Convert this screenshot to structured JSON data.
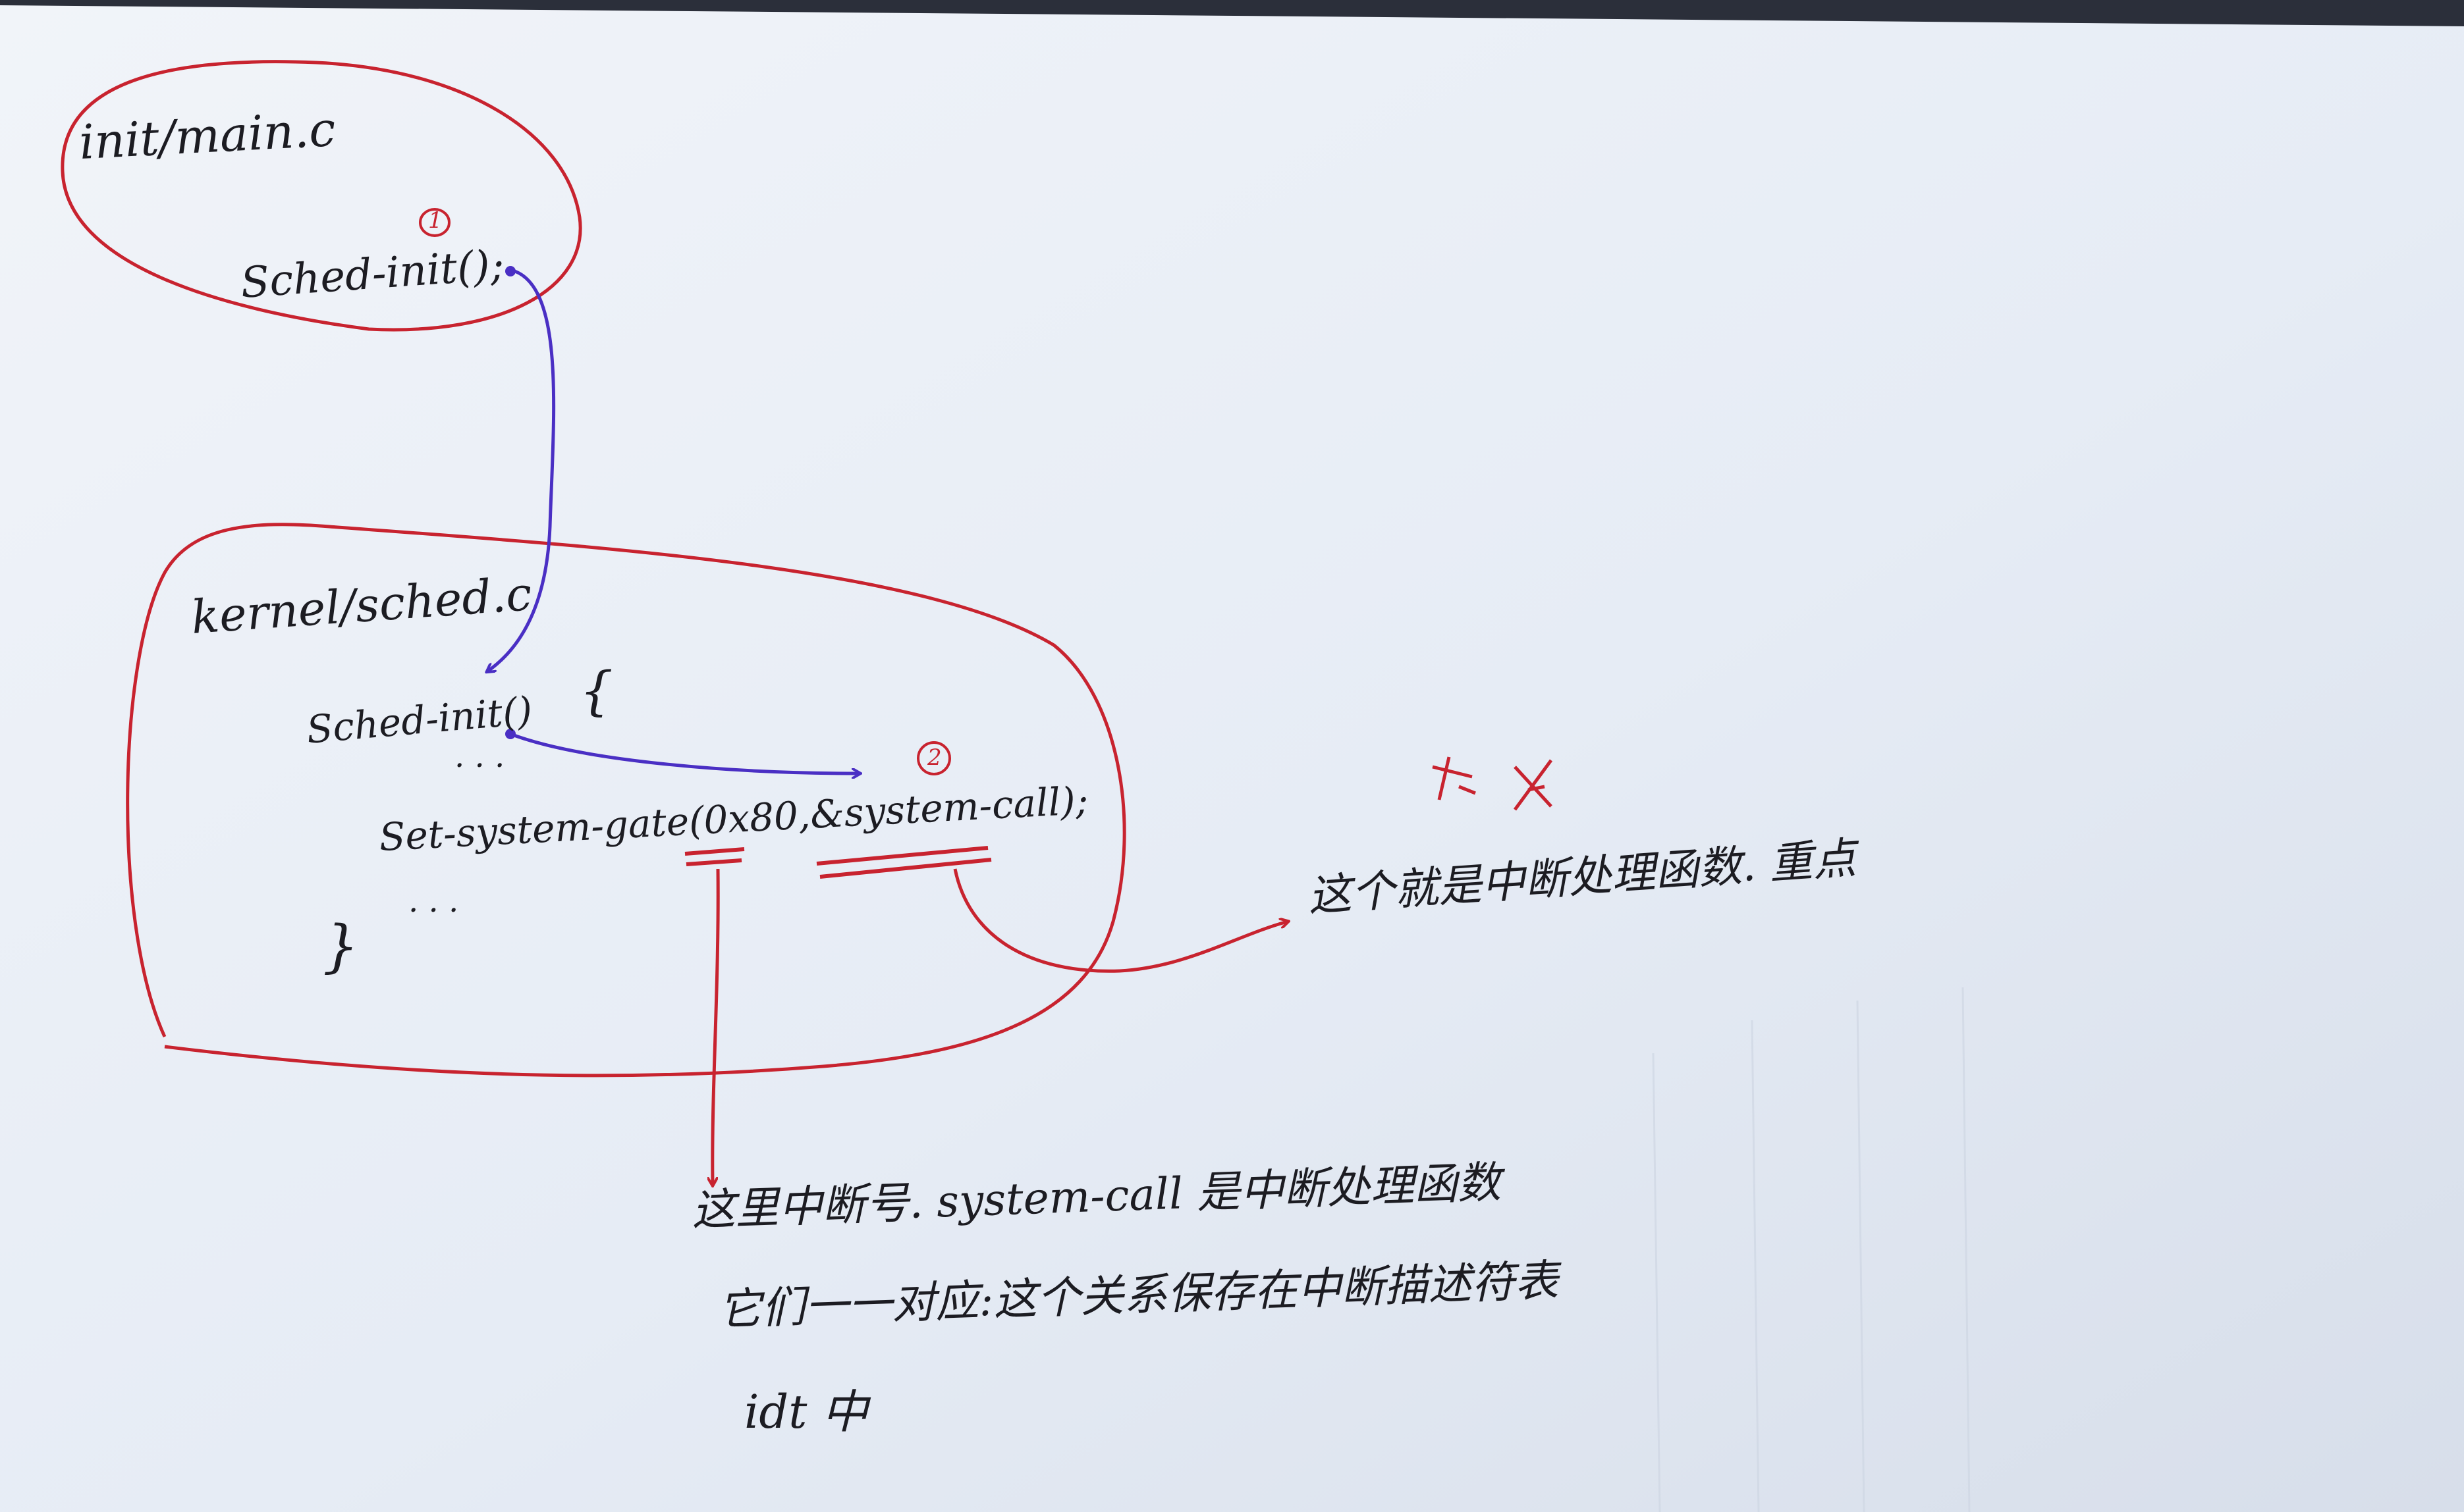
{
  "paper_note": {
    "top_box": {
      "file_label": "init/main.c",
      "marker": "1",
      "call_line": "Sched-init();"
    },
    "bottom_box": {
      "file_label": "kernel/sched.c",
      "func_header": "Sched-init()",
      "open_brace": "{",
      "ellipsis_1": ". . .",
      "marker": "2",
      "gate_call": "Set-system-gate(0x80,&system-call);",
      "ellipsis_2": ". . .",
      "close_brace": "}"
    },
    "right_note": {
      "emphasis": "重点",
      "text": "这个就是中断处理函数. 重点"
    },
    "bottom_note": {
      "line_1": "这里中断号. system-call 是中断处理函数",
      "line_2": "它们一一对应:这个关系保存在中断描述符表",
      "line_3": "idt 中"
    },
    "colors": {
      "ink_black": "#1c1c22",
      "ink_red": "#c8232f",
      "ink_purple": "#4a2fc4",
      "paper": "#e9eef6",
      "background": "#2b2f3a"
    }
  }
}
